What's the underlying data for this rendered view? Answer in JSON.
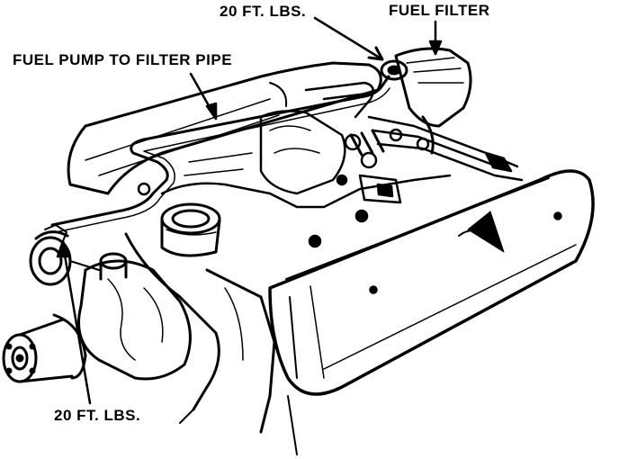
{
  "labels": {
    "torque_top": "20 FT. LBS.",
    "fuel_filter": "FUEL FILTER",
    "pipe": "FUEL PUMP TO FILTER PIPE",
    "torque_bottom": "20 FT. LBS."
  },
  "colors": {
    "ink": "#000000",
    "paper": "#ffffff"
  }
}
